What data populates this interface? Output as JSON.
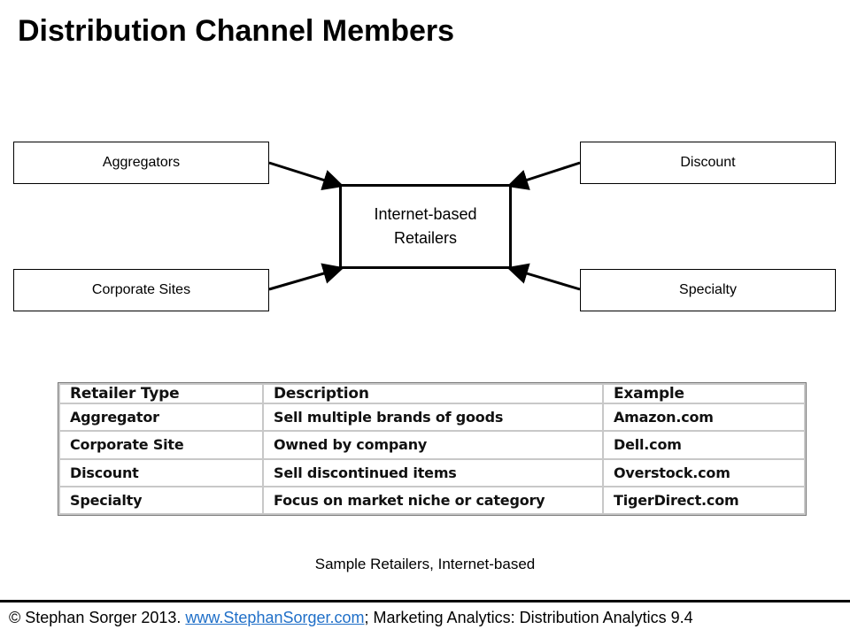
{
  "title": "Distribution Channel Members",
  "diagram": {
    "center": {
      "line1": "Internet-based",
      "line2": "Retailers"
    },
    "nodes": {
      "aggregators": "Aggregators",
      "corporate_sites": "Corporate Sites",
      "discount": "Discount",
      "specialty": "Specialty"
    }
  },
  "table": {
    "headers": [
      "Retailer Type",
      "Description",
      "Example"
    ],
    "rows": [
      [
        "Aggregator",
        "Sell multiple brands of goods",
        "Amazon.com"
      ],
      [
        "Corporate Site",
        "Owned by company",
        "Dell.com"
      ],
      [
        "Discount",
        "Sell discontinued items",
        "Overstock.com"
      ],
      [
        "Specialty",
        "Focus on market niche or category",
        "TigerDirect.com"
      ]
    ]
  },
  "caption": "Sample Retailers, Internet-based",
  "footer": {
    "prefix": "© Stephan Sorger 2013. ",
    "link": "www.StephanSorger.com",
    "suffix": "; Marketing Analytics: Distribution Analytics 9.4",
    "link_color": "#1f6fc8"
  }
}
